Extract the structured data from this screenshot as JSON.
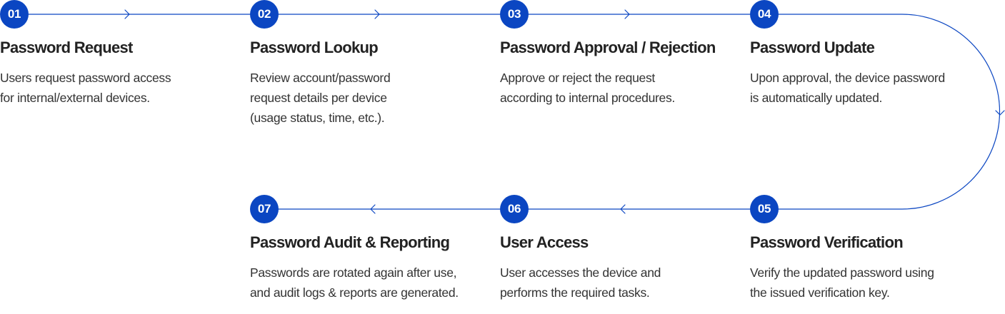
{
  "accent_color": "#0b46c2",
  "steps": [
    {
      "number": "01",
      "title": "Password Request",
      "description": [
        "Users request password access",
        "for internal/external devices."
      ]
    },
    {
      "number": "02",
      "title": "Password Lookup",
      "description": [
        "Review account/password",
        "request details per device",
        "(usage status, time, etc.)."
      ]
    },
    {
      "number": "03",
      "title": "Password Approval / Rejection",
      "description": [
        "Approve or reject the request",
        "according to internal procedures."
      ]
    },
    {
      "number": "04",
      "title": "Password Update",
      "description": [
        "Upon approval, the device password",
        "is automatically updated."
      ]
    },
    {
      "number": "05",
      "title": "Password Verification",
      "description": [
        "Verify the updated password using",
        "the issued verification key."
      ]
    },
    {
      "number": "06",
      "title": "User Access",
      "description": [
        "User accesses the device and",
        "performs the required tasks."
      ]
    },
    {
      "number": "07",
      "title": "Password Audit & Reporting",
      "description": [
        "Passwords are rotated again after use,",
        "and audit logs & reports are generated."
      ]
    }
  ]
}
